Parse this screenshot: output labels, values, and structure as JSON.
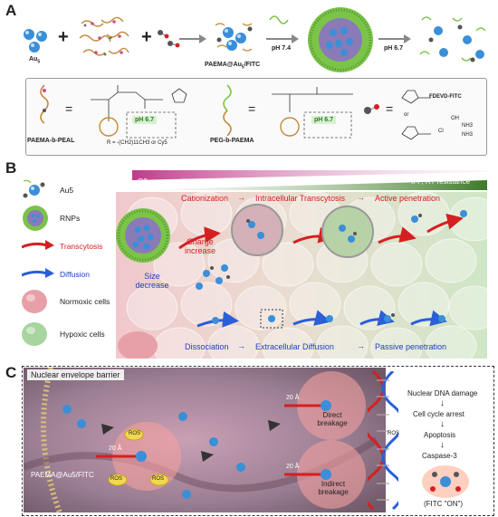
{
  "panels": {
    "a": "A",
    "b": "B",
    "c": "C"
  },
  "panelA": {
    "au_label": "Au",
    "au_sub": "5",
    "conjugate_label": "PAEMA@Au",
    "conjugate_sub": "5",
    "conjugate_suffix": "/FITC",
    "ph74": "pH 7.4",
    "ph67": "pH 6.7",
    "box": {
      "paema_peal": "PAEMA-b-PEAL",
      "r_def": "R = -(CH2)11CH3  or  Cy5",
      "ph_box1": "pH 6.7",
      "peg_paema": "PEG-b-PAEMA",
      "ph_box2": "pH 6.7",
      "fdevd": "FDEVD-FITC",
      "or": "or",
      "pt_oh": "OH",
      "pt_nh3a": "NH3",
      "pt_nh3b": "NH3",
      "pt_cl": "Cl",
      "equals": "="
    }
  },
  "panelB": {
    "legend": {
      "au5": "Au5",
      "rnps": "RNPs",
      "transcytosis": "Transcytosis",
      "diffusion": "Diffusion",
      "normoxic": "Normoxic cells",
      "hypoxic": "Hypoxic cells"
    },
    "o2": "O2 concentration",
    "ifp": "IFP, RT resistance",
    "top_flow": [
      "Cationization",
      "Intracellular Transcytosis",
      "Active penetration"
    ],
    "bottom_flow": [
      "Dissociation",
      "Extracellular Diffusion",
      "Passive penetration"
    ],
    "charge_increase": "Charge increase",
    "size_decrease": "Size decrease"
  },
  "panelC": {
    "title": "Nuclear envelope barrier",
    "conjugate": "PAEMA@Au5/FITC",
    "dist1": "20 Å",
    "dist2": "20 Å",
    "dist3": "20 Å",
    "ros": "ROS",
    "direct": "Direct breakage",
    "indirect": "Indirect breakage",
    "steps": [
      "Nuclear DNA damage",
      "Cell cycle arrest",
      "Apoptosis",
      "Caspase-3"
    ],
    "fitc_on": "(FITC \"ON\")"
  },
  "colors": {
    "au_blue": "#3a8fd8",
    "red_arrow": "#d42020",
    "blue_arrow": "#2a5fd8",
    "normoxic": "#e8a0a8",
    "hypoxic": "#a8d4a0"
  }
}
